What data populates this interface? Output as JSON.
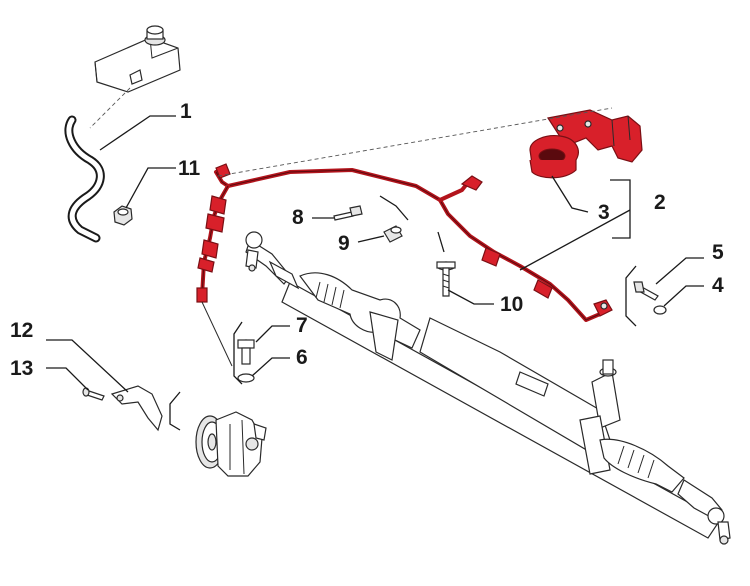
{
  "colors": {
    "highlight": "#d8202a",
    "ink": "#1a1a1a"
  },
  "callouts": [
    {
      "id": "1",
      "label": "1"
    },
    {
      "id": "2",
      "label": "2"
    },
    {
      "id": "3",
      "label": "3"
    },
    {
      "id": "4",
      "label": "4"
    },
    {
      "id": "5",
      "label": "5"
    },
    {
      "id": "6",
      "label": "6"
    },
    {
      "id": "7",
      "label": "7"
    },
    {
      "id": "8",
      "label": "8"
    },
    {
      "id": "9",
      "label": "9"
    },
    {
      "id": "10",
      "label": "10"
    },
    {
      "id": "11",
      "label": "11"
    },
    {
      "id": "12",
      "label": "12"
    },
    {
      "id": "13",
      "label": "13"
    }
  ]
}
